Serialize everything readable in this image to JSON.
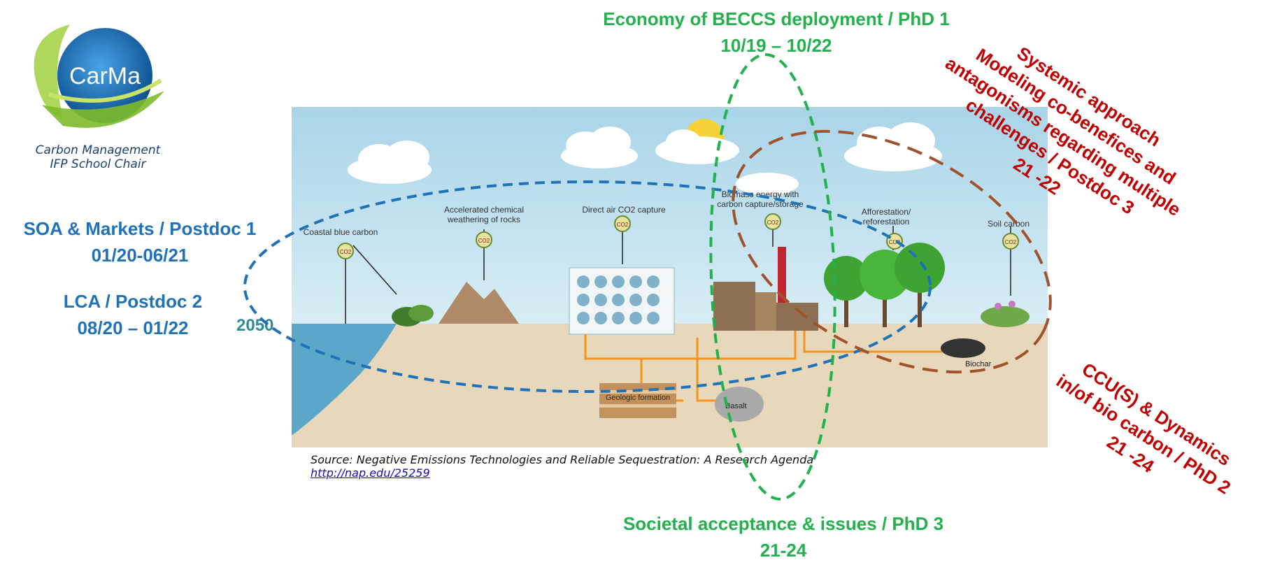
{
  "logo": {
    "name": "CarMa",
    "subtitle_line1": "Carbon Management",
    "subtitle_line2": "IFP School Chair"
  },
  "left_labels": {
    "soa": "SOA & Markets / Postdoc 1",
    "soa_dates": "01/20-06/21",
    "lca": "LCA / Postdoc 2",
    "lca_dates": "08/20 – 01/22",
    "year": "2050"
  },
  "top_label": {
    "title": "Economy of BECCS deployment / PhD 1",
    "dates": "10/19 – 10/22"
  },
  "bottom_label": {
    "title": "Societal acceptance  & issues / PhD 3",
    "dates": "21-24"
  },
  "right_top_label": {
    "line1": "Systemic approach",
    "line2": "Modeling co-benefices and",
    "line3": "antagonisms regarding multiple",
    "line4": "challenges / Postdoc 3",
    "line5": "21 -22"
  },
  "right_bottom_label": {
    "line1": "CCU(S) & Dynamics",
    "line2": "in/of bio carbon / PhD 2",
    "line3": "21 -24"
  },
  "illustration": {
    "techs": [
      {
        "label": "Coastal blue carbon"
      },
      {
        "label": "Accelerated chemical weathering of rocks"
      },
      {
        "label": "Direct air CO2 capture"
      },
      {
        "label": "Biomass energy with carbon capture/storage"
      },
      {
        "label": "Afforestation/ reforestation"
      },
      {
        "label": "Soil carbon"
      }
    ],
    "co2_badge": "CO2",
    "geologic": "Geologic formation",
    "basalt": "Basalt",
    "biochar": "Biochar"
  },
  "source": {
    "text": "Source: Negative Emissions Technologies and Reliable Sequestration: A Research Agenda",
    "link": "http://nap.edu/25259"
  },
  "colors": {
    "blue": "#1f72b8",
    "green": "#22b14c",
    "red": "#c00000",
    "brown": "#a0522d"
  }
}
